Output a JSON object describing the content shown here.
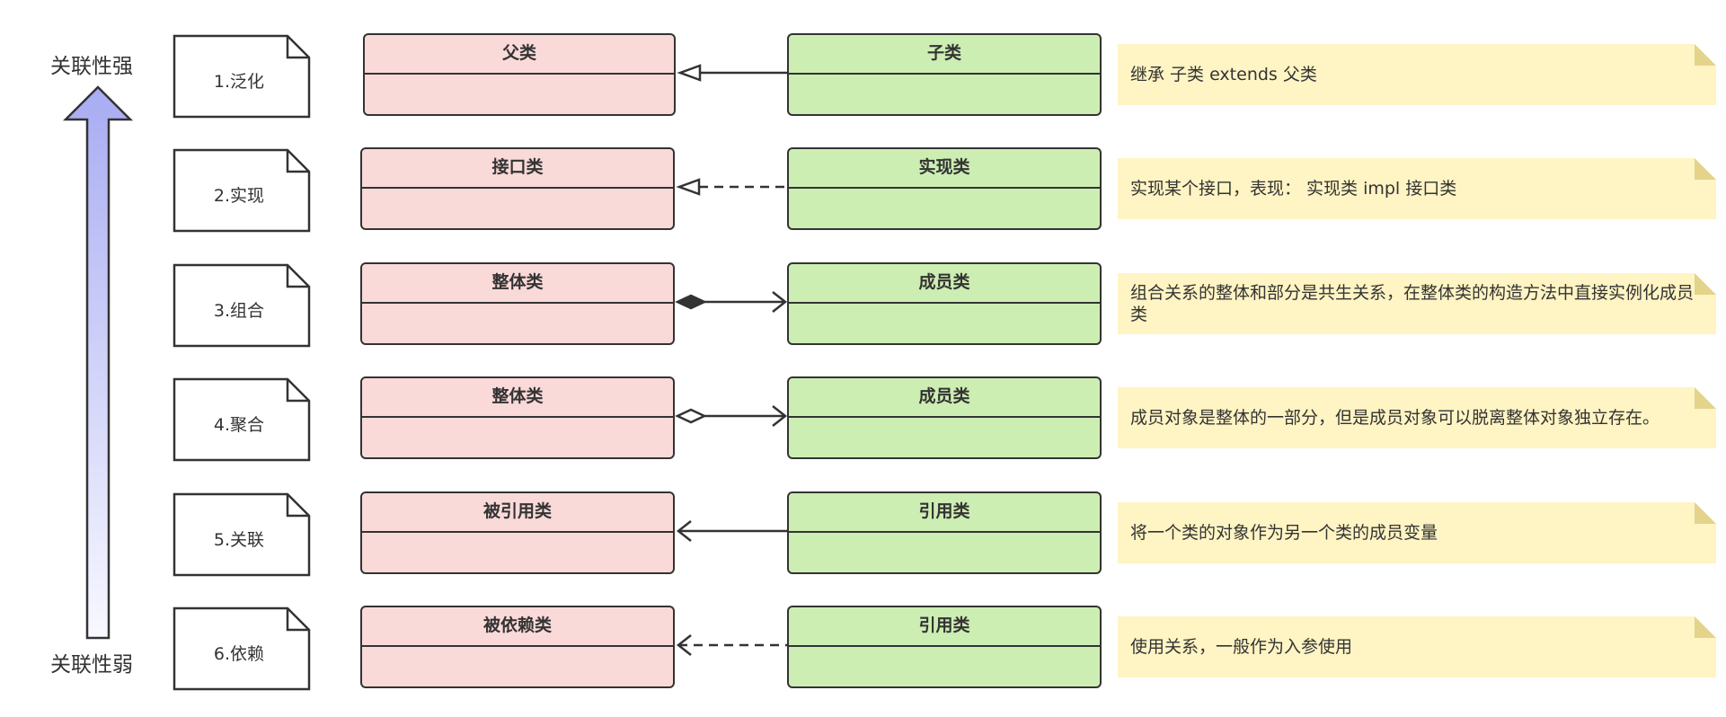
{
  "strength": {
    "strong": "关联性强",
    "weak": "关联性弱"
  },
  "colors": {
    "parent_fill": "#fadad9",
    "child_fill": "#cdeeb3",
    "note_fill": "#fff4c3",
    "note_fold": "#e3d38b",
    "arrow_top": "#a8acf2",
    "arrow_bottom": "#f8f8ff"
  },
  "rows": [
    {
      "label": "1.泛化",
      "parent": "父类",
      "child": "子类",
      "relation": "generalization",
      "description": "继承  子类 extends 父类"
    },
    {
      "label": "2.实现",
      "parent": "接口类",
      "child": "实现类",
      "relation": "realization",
      "description": "实现某个接口，表现：  实现类 impl 接口类"
    },
    {
      "label": "3.组合",
      "parent": "整体类",
      "child": "成员类",
      "relation": "composition",
      "description": "组合关系的整体和部分是共生关系，在整体类的构造方法中直接实例化成员类"
    },
    {
      "label": "4.聚合",
      "parent": "整体类",
      "child": "成员类",
      "relation": "aggregation",
      "description": "成员对象是整体的一部分，但是成员对象可以脱离整体对象独立存在。"
    },
    {
      "label": "5.关联",
      "parent": "被引用类",
      "child": "引用类",
      "relation": "association",
      "description": "将一个类的对象作为另一个类的成员变量"
    },
    {
      "label": "6.依赖",
      "parent": "被依赖类",
      "child": "引用类",
      "relation": "dependency",
      "description": "使用关系，一般作为入参使用"
    }
  ]
}
